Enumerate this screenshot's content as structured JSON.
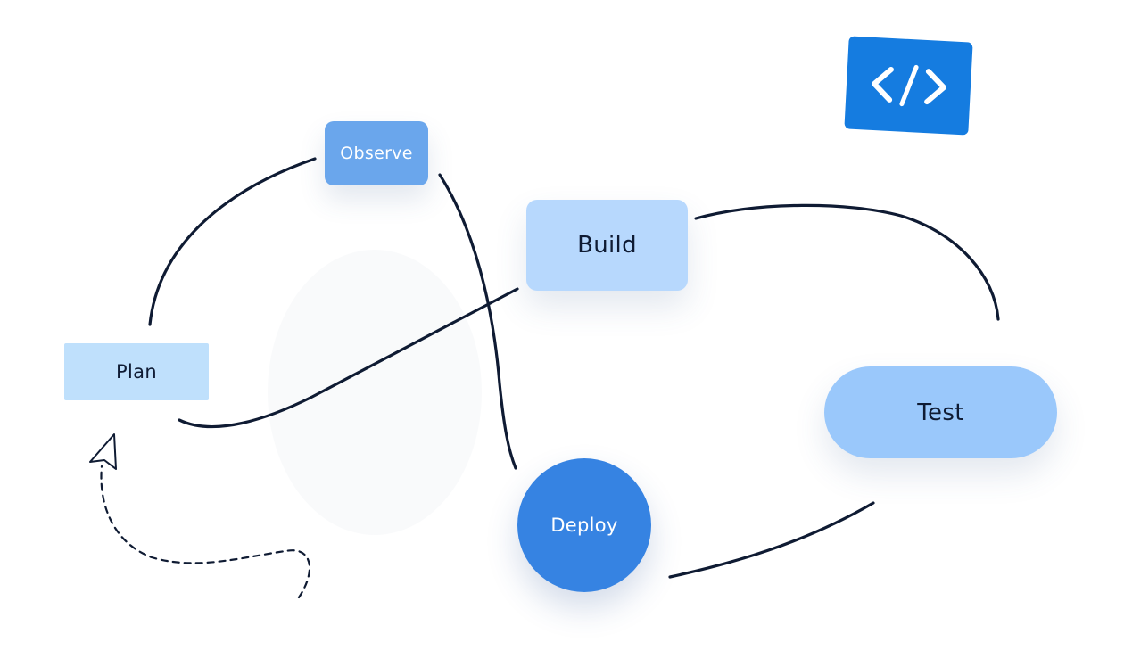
{
  "nodes": {
    "observe": "Observe",
    "build": "Build",
    "plan": "Plan",
    "test": "Test",
    "deploy": "Deploy"
  },
  "icons": {
    "badge": "code-brackets-icon",
    "pointer": "cursor-arrow-icon"
  },
  "colors": {
    "connector": "#0f1b33",
    "badge": "#157ce0",
    "observe": "#6aa6ec",
    "build": "#b7d8fd",
    "plan": "#bfe0fc",
    "test": "#9ac8fb",
    "deploy": "#3683e2"
  }
}
